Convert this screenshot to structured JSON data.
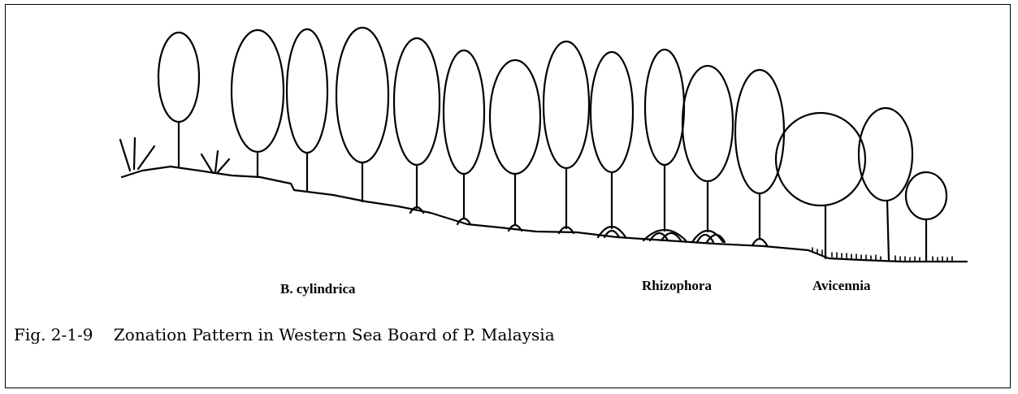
{
  "zones": {
    "bruguiera": "B. cylindrica",
    "rhizophora": "Rhizophora",
    "avicennia": "Avicennia"
  },
  "figure": {
    "caption": "Fig. 2-1-9    Zonation Pattern in Western Sea Board of P. Malaysia"
  }
}
